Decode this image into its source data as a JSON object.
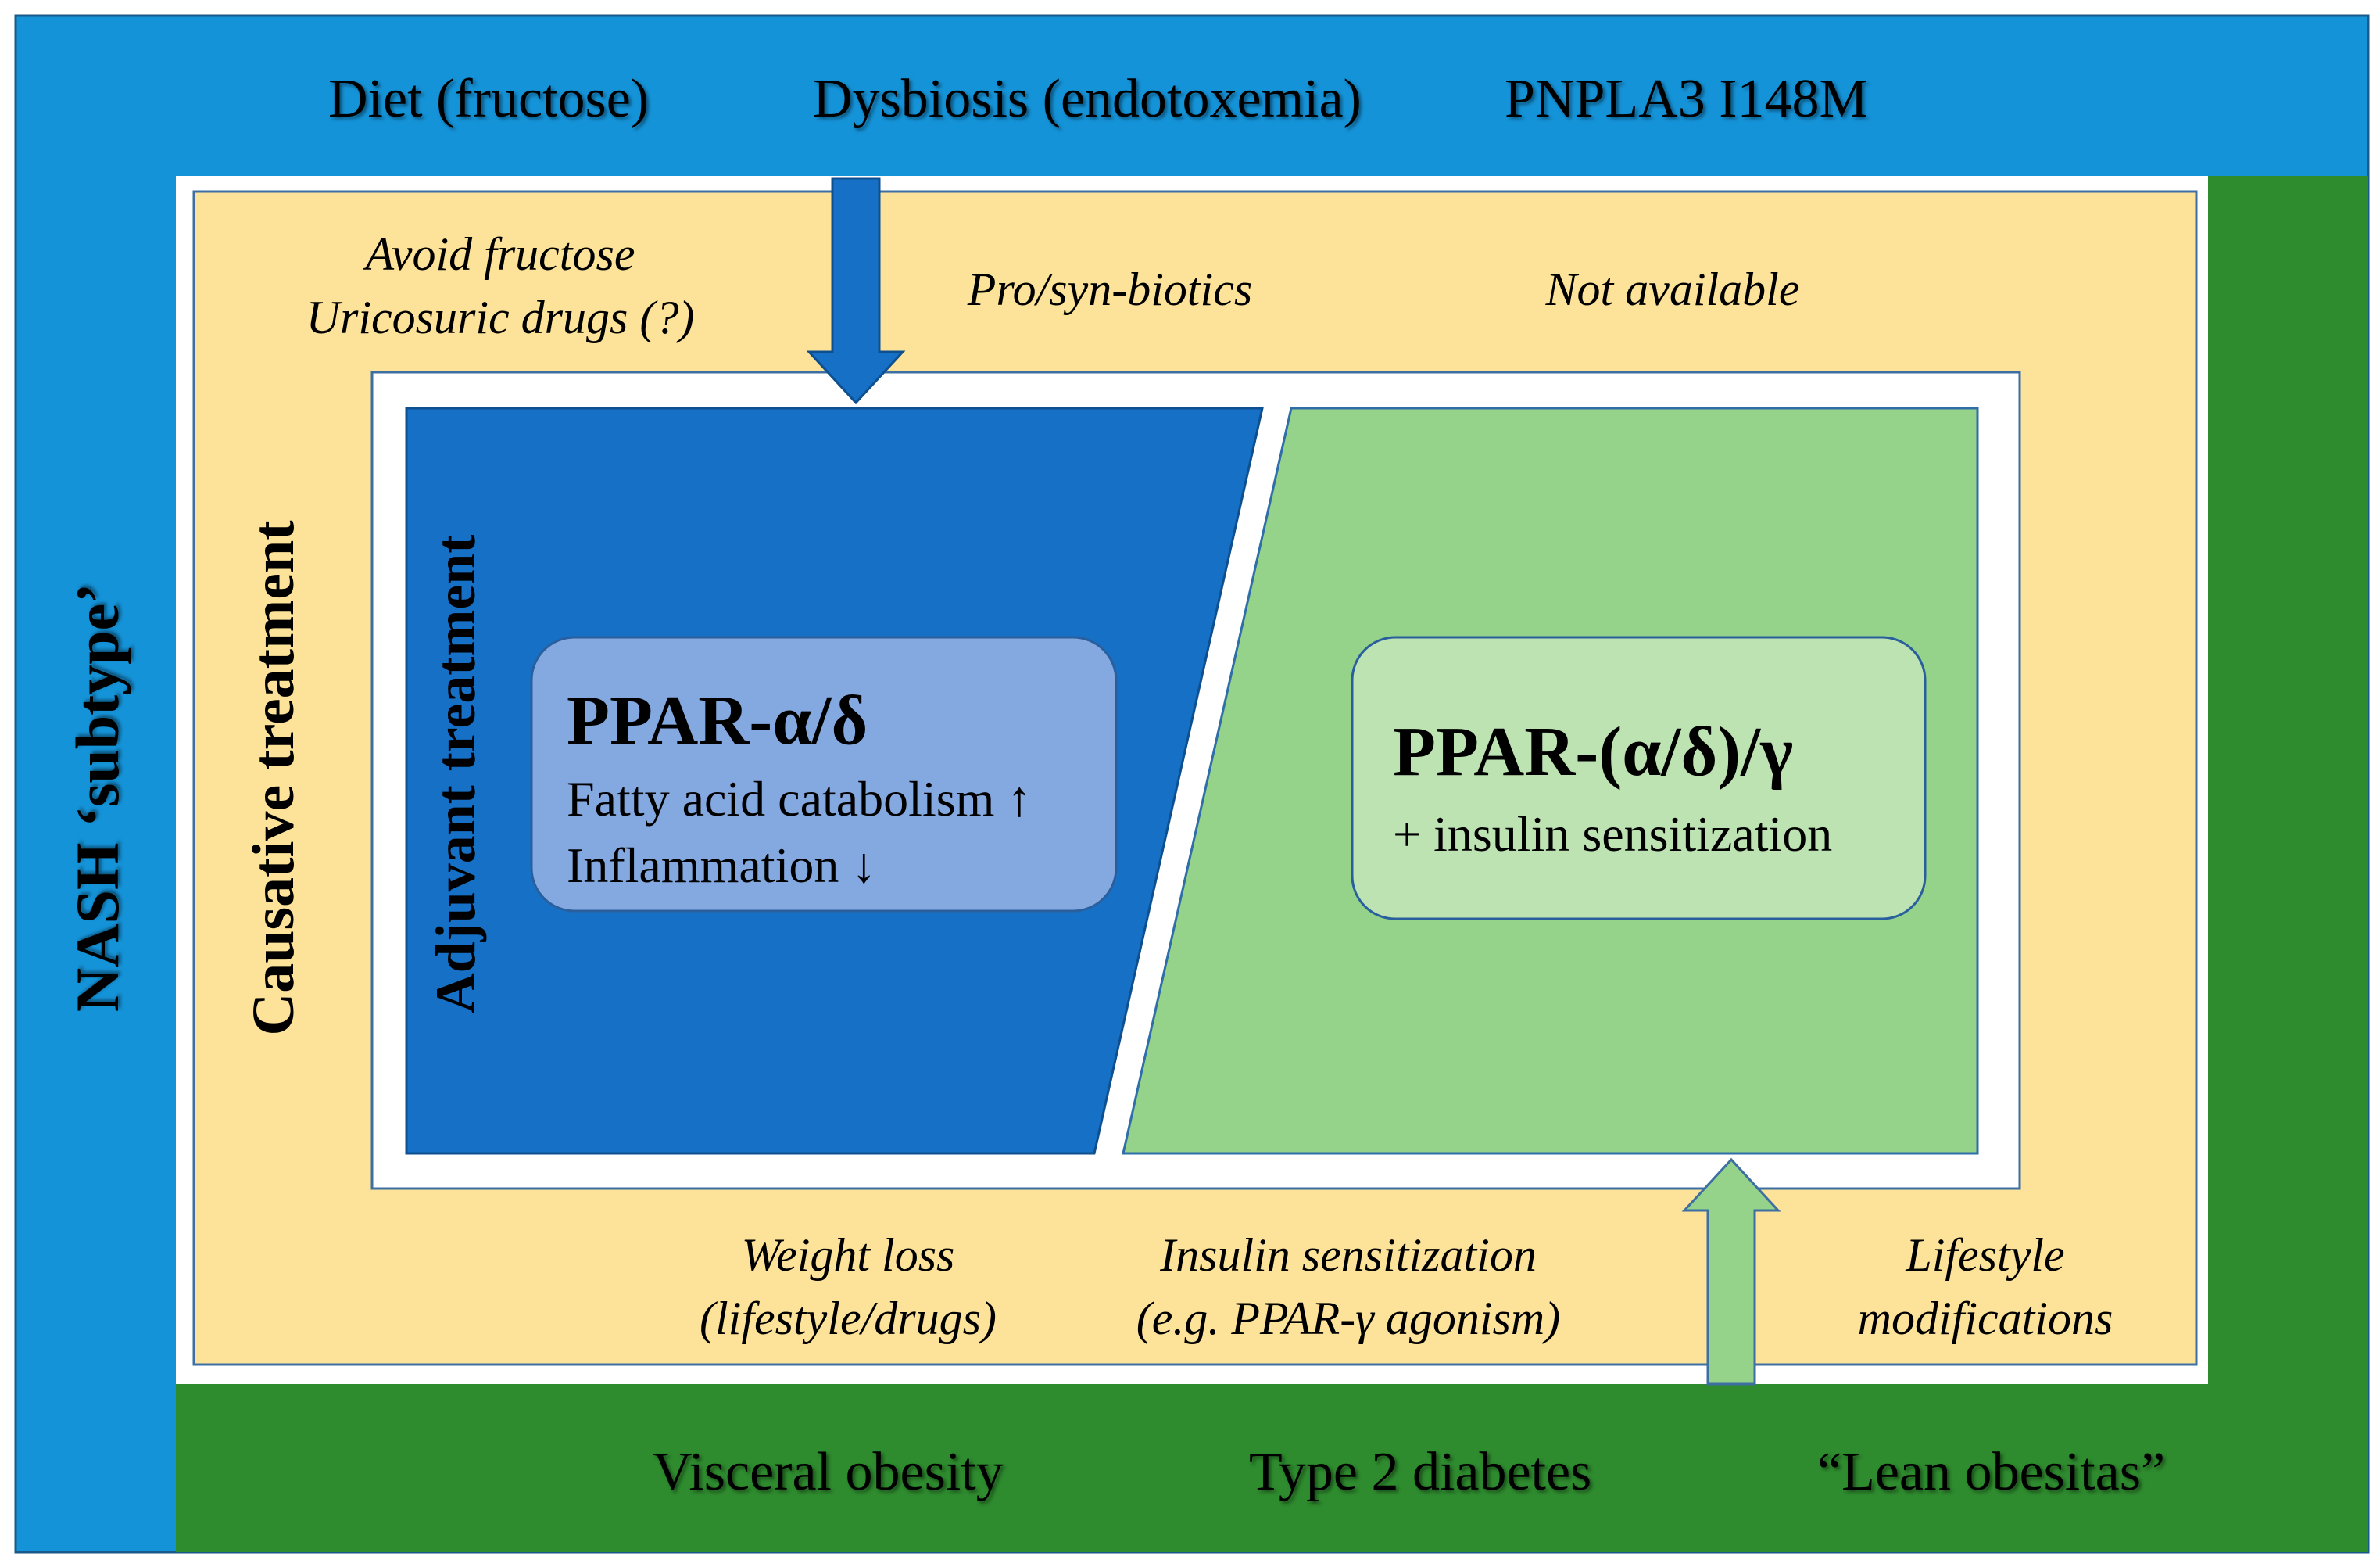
{
  "colors": {
    "outer_blue": "#1593d8",
    "outer_green": "#2e8b2e",
    "yellow": "#fde39a",
    "dark_blue": "#1570c6",
    "light_green": "#95d28a",
    "ppar_ad_box": "#84a9e0",
    "ppar_g_box": "#bde3b3",
    "arrow_blue": "#1570c6",
    "arrow_green": "#95d28a"
  },
  "top_row": {
    "diet": "Diet (fructose)",
    "dysbiosis": "Dysbiosis (endotoxemia)",
    "pnpla3": "PNPLA3 I148M"
  },
  "bottom_row": {
    "visceral": "Visceral obesity",
    "diabetes": "Type 2 diabetes",
    "lean": "“Lean obesitas”"
  },
  "side_labels": {
    "nash": "NASH ‘subtype’",
    "causative": "Causative treatment",
    "adjuvant": "Adjuvant treatment"
  },
  "top_treatments": {
    "avoid": "Avoid fructose\nUricosuric drugs (?)",
    "biotics": "Pro/syn-biotics",
    "not_available": "Not available"
  },
  "bottom_treatments": {
    "weight": "Weight loss\n(lifestyle/drugs)",
    "insulin": "Insulin sensitization\n(e.g. PPAR-γ agonism)",
    "lifestyle": "Lifestyle\nmodifications"
  },
  "ppar_alpha_delta": {
    "title": "PPAR-α/δ",
    "line1": "Fatty acid catabolism ↑",
    "line2": "Inflammation ↓"
  },
  "ppar_gamma": {
    "title": "PPAR-(α/δ)/γ",
    "line1": "+ insulin sensitization"
  }
}
